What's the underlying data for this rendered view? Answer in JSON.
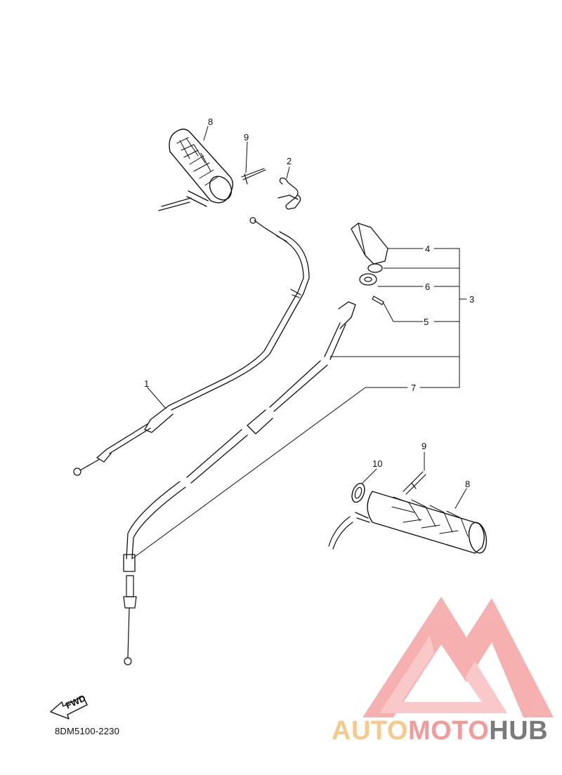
{
  "diagram": {
    "part_code": "8DM5100-2230",
    "fwd_label": "FWD",
    "callouts": {
      "c1": "1",
      "c2": "2",
      "c3": "3",
      "c4": "4",
      "c5": "5",
      "c6": "6",
      "c7": "7",
      "c8_top": "8",
      "c9_top": "9",
      "c8_right": "8",
      "c9_right": "9",
      "c10": "10"
    }
  },
  "watermark": {
    "part1": "AUTO",
    "part2": "MOTO",
    "part3": "HUB",
    "colors": {
      "auto": "#f7c98a",
      "moto": "#f39a9a",
      "hub": "#7a7a7a",
      "logo": "#f28e8e"
    }
  }
}
